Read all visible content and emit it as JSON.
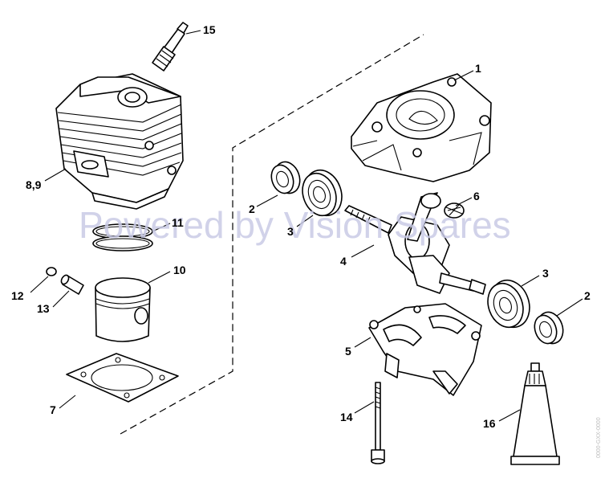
{
  "watermark": "Powered by Vision Spares",
  "side_code": "0000-GXX-0000",
  "callouts": {
    "c15": "15",
    "c1": "1",
    "c89": "8,9",
    "c2a": "2",
    "c3a": "3",
    "c6": "6",
    "c11": "11",
    "c4": "4",
    "c10": "10",
    "c12": "12",
    "c13": "13",
    "c3b": "3",
    "c2b": "2",
    "c5": "5",
    "c7": "7",
    "c14": "14",
    "c16": "16"
  }
}
